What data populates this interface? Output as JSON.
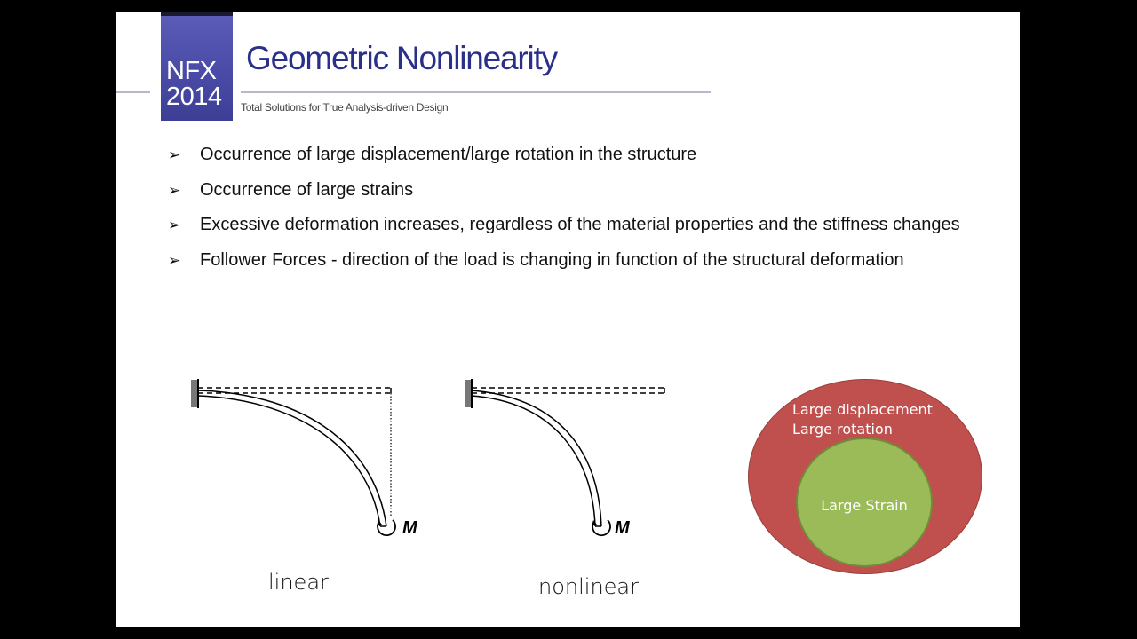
{
  "header": {
    "logo_line1": "NFX",
    "logo_line2": "2014",
    "title": "Geometric Nonlinearity",
    "subtitle": "Total Solutions for True Analysis-driven Design",
    "colors": {
      "title": "#2a2f8a",
      "logo_bg": "#4a4ca8",
      "rule": "#b8b8cc"
    }
  },
  "bullets": [
    {
      "marker": "➢",
      "text": "Occurrence of large displacement/large rotation in the structure"
    },
    {
      "marker": "➢",
      "text": "Occurrence of large strains"
    },
    {
      "marker": "➢",
      "text": "Excessive deformation increases, regardless of the material properties and the stiffness changes"
    },
    {
      "marker": "➢",
      "text": "Follower Forces - direction of the load is changing in function of the structural deformation"
    }
  ],
  "figures": {
    "linear": {
      "caption": "linear",
      "moment_label": "M"
    },
    "nonlinear": {
      "caption": "nonlinear",
      "moment_label": "M"
    }
  },
  "venn": {
    "outer_label_line1": "Large displacement",
    "outer_label_line2": "Large rotation",
    "inner_label": "Large Strain",
    "colors": {
      "outer": "#c0504d",
      "inner": "#9bbb59"
    }
  }
}
